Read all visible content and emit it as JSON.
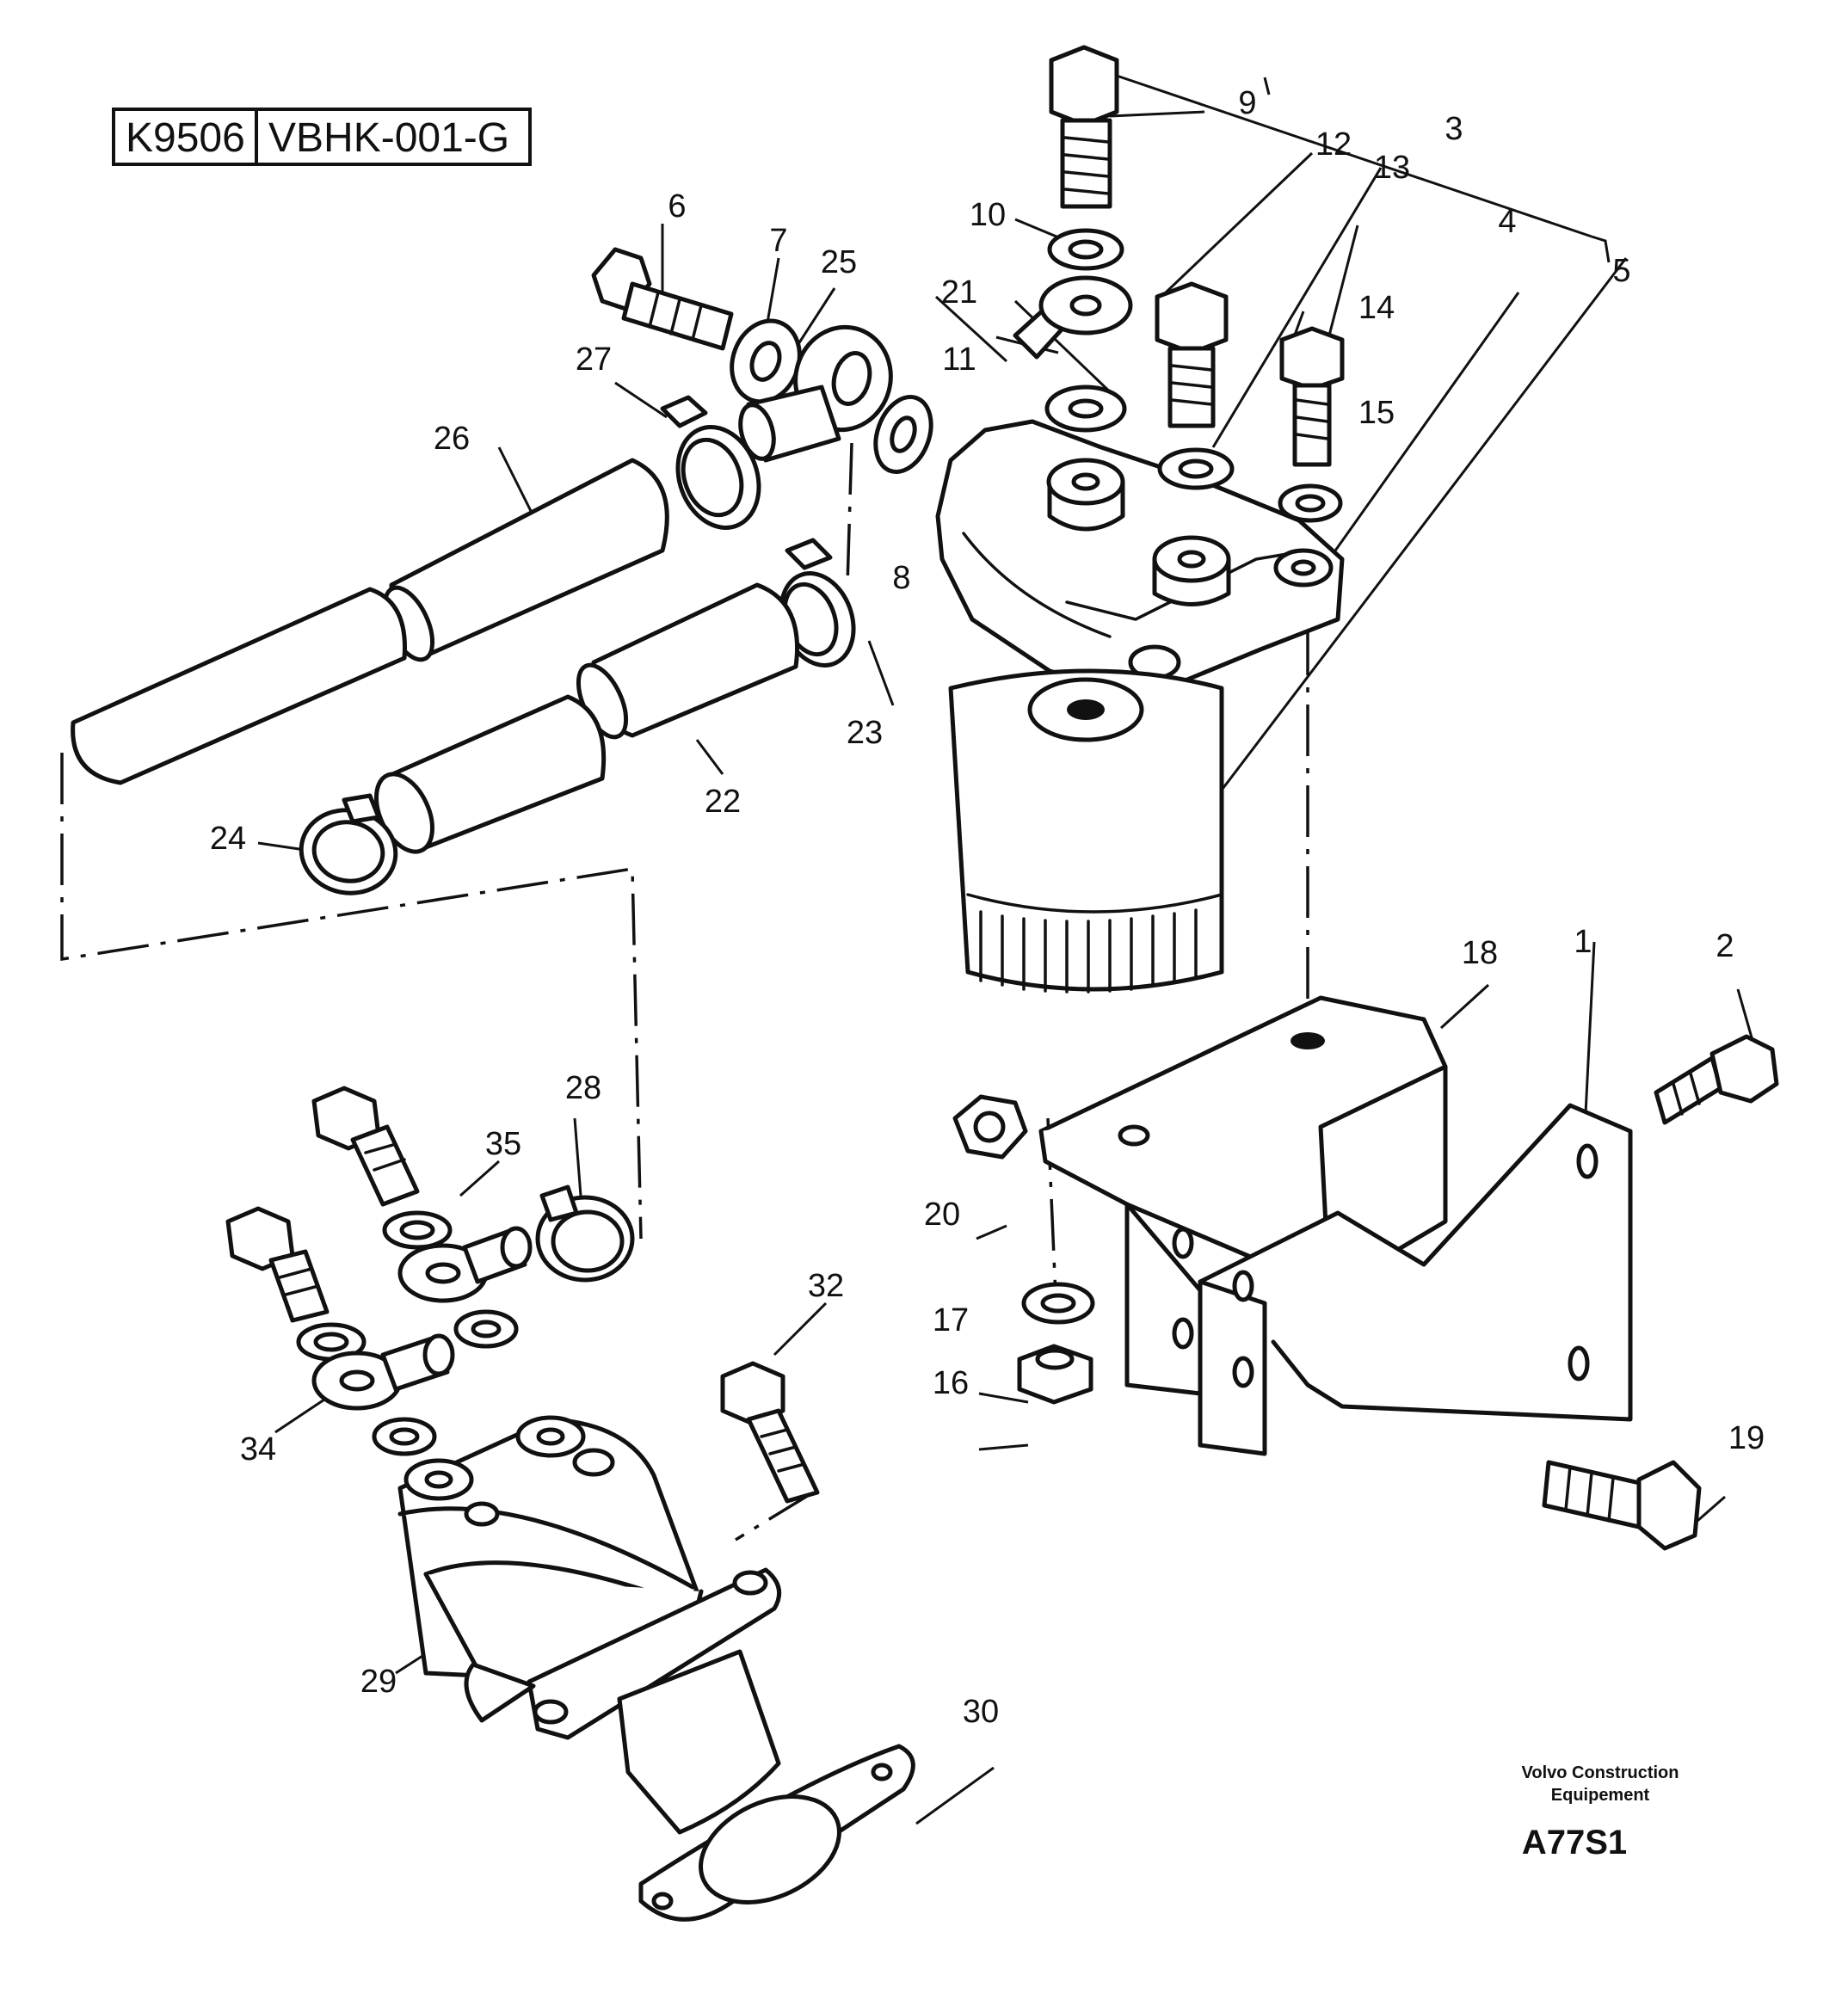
{
  "header": {
    "code_left": "K9506",
    "code_right": "VBHK-001-G"
  },
  "footer": {
    "brand_line1": "Volvo Construction",
    "brand_line2": "Equipement",
    "drawing_id": "A77S1"
  },
  "part_numbers": [
    "1",
    "2",
    "3",
    "4",
    "5",
    "6",
    "7",
    "8",
    "9",
    "10",
    "11",
    "12",
    "13",
    "14",
    "15",
    "16",
    "17",
    "18",
    "19",
    "20",
    "21",
    "22",
    "23",
    "24",
    "25",
    "26",
    "27",
    "28",
    "29",
    "30",
    "32",
    "34",
    "35"
  ],
  "colors": {
    "ink": "#111111",
    "paper": "#ffffff"
  }
}
